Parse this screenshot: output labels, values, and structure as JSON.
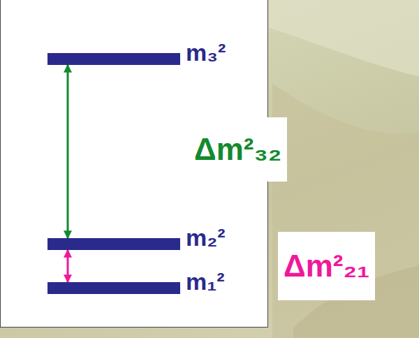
{
  "diagram": {
    "nodes": [
      {
        "text": [
          "m₃²"
        ]
      },
      {
        "text": [
          "m₂²"
        ]
      },
      {
        "text": [
          "m₁²"
        ]
      }
    ],
    "edges": [
      {
        "from": 0,
        "to": 1,
        "arrow": "both"
      },
      {
        "from": 1,
        "to": 2,
        "arrow": "both"
      }
    ],
    "labels": [
      "Δm²₃₂",
      "Δm²₂₁"
    ]
  }
}
